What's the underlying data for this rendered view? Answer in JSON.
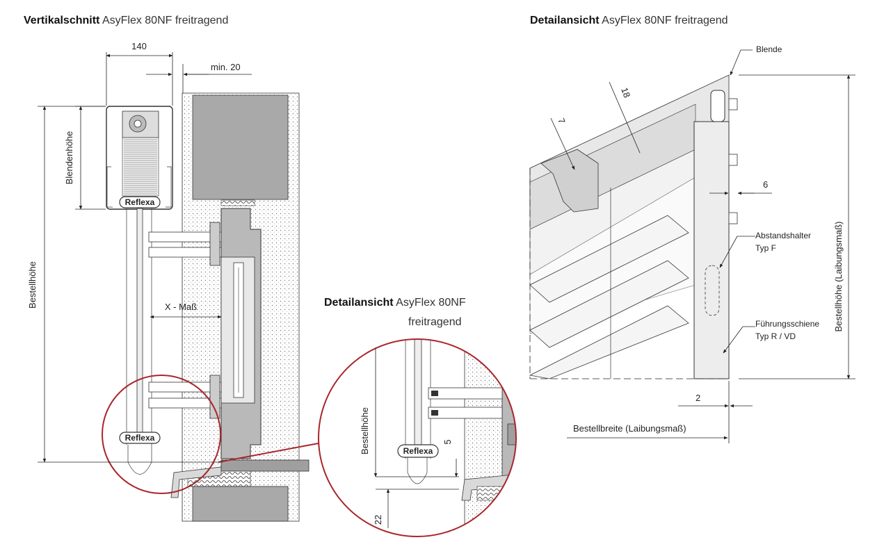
{
  "titles": {
    "vertical_section": {
      "bold": "Vertikalschnitt",
      "normal": "AsyFlex 80NF freitragend"
    },
    "detail_right": {
      "bold": "Detailansicht",
      "normal": "AsyFlex 80NF freitragend"
    },
    "detail_middle": {
      "bold": "Detailansicht",
      "normal": "AsyFlex 80NF",
      "line2": "freitragend"
    }
  },
  "vertical_section": {
    "dim_top": "140",
    "dim_min": "min. 20",
    "blendenhoehe": "Blendenhöhe",
    "bestellhoehe": "Bestellhöhe",
    "x_mass": "X - Maß",
    "brand_top": "Reflexa",
    "brand_bottom": "Reflexa"
  },
  "detail_middle": {
    "bestellhoehe": "Bestellhöhe",
    "dim_5": "5",
    "dim_22": "22",
    "brand": "Reflexa"
  },
  "detail_right": {
    "blende": "Blende",
    "dim_18": "18",
    "dim_7": "7",
    "dim_6": "6",
    "dim_2": "2",
    "abstandshalter_1": "Abstandshalter",
    "abstandshalter_2": "Typ F",
    "fuehrung_1": "Führungsschiene",
    "fuehrung_2": "Typ R / VD",
    "bestellhoehe_laibung": "Bestellhöhe (Laibungsmaß)",
    "bestellbreite": "Bestellbreite (Laibungsmaß)"
  },
  "colors": {
    "accent_red": "#a8262b",
    "wall_gray": "#a9a9a9",
    "light_gray": "#d9d9d9"
  }
}
